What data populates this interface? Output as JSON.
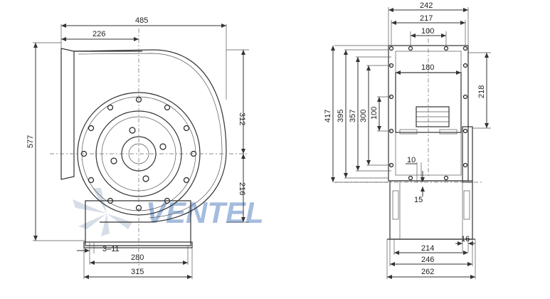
{
  "front_view": {
    "dims": {
      "overall_width": "485",
      "center_offset": "226",
      "overall_height": "577",
      "upper_height": "312",
      "lower_height": "216",
      "slot": "3–11",
      "base_hole_spacing": "280",
      "base_width": "315"
    }
  },
  "side_view": {
    "dims": {
      "flange_outer": "242",
      "flange_mid": "217",
      "hole_spacing_top": "100",
      "outlet_width": "180",
      "height_417": "417",
      "height_395": "395",
      "height_357": "357",
      "height_300": "300",
      "height_100": "100",
      "height_218": "218",
      "offset_10": "10",
      "offset_15": "15",
      "foot_16": "16",
      "base_214": "214",
      "base_246": "246",
      "base_262": "262"
    }
  },
  "watermark": {
    "text": "VENTEL",
    "color": "#5b86c4"
  }
}
